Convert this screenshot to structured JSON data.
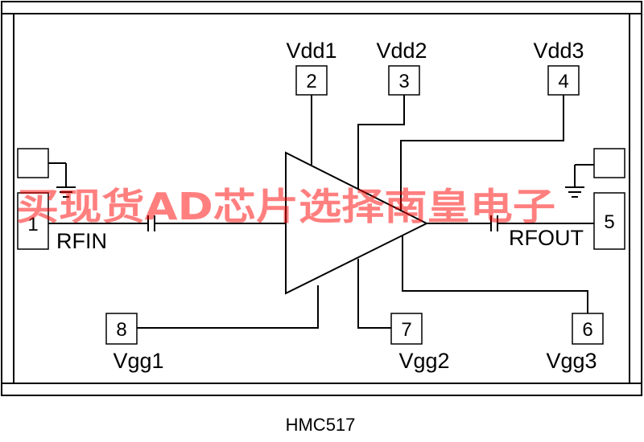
{
  "part_number": "HMC517",
  "watermark": "买现货AD芯片选择南皇电子",
  "colors": {
    "line": "#000000",
    "watermark": "#ff0000"
  },
  "pins": {
    "p1": {
      "number": "1",
      "label": "RFIN"
    },
    "p2": {
      "number": "2",
      "label": "Vdd1"
    },
    "p3": {
      "number": "3",
      "label": "Vdd2"
    },
    "p4": {
      "number": "4",
      "label": "Vdd3"
    },
    "p5": {
      "number": "5",
      "label": "RFOUT"
    },
    "p6": {
      "number": "6",
      "label": "Vgg3"
    },
    "p7": {
      "number": "7",
      "label": "Vgg2"
    },
    "p8": {
      "number": "8",
      "label": "Vgg1"
    }
  }
}
